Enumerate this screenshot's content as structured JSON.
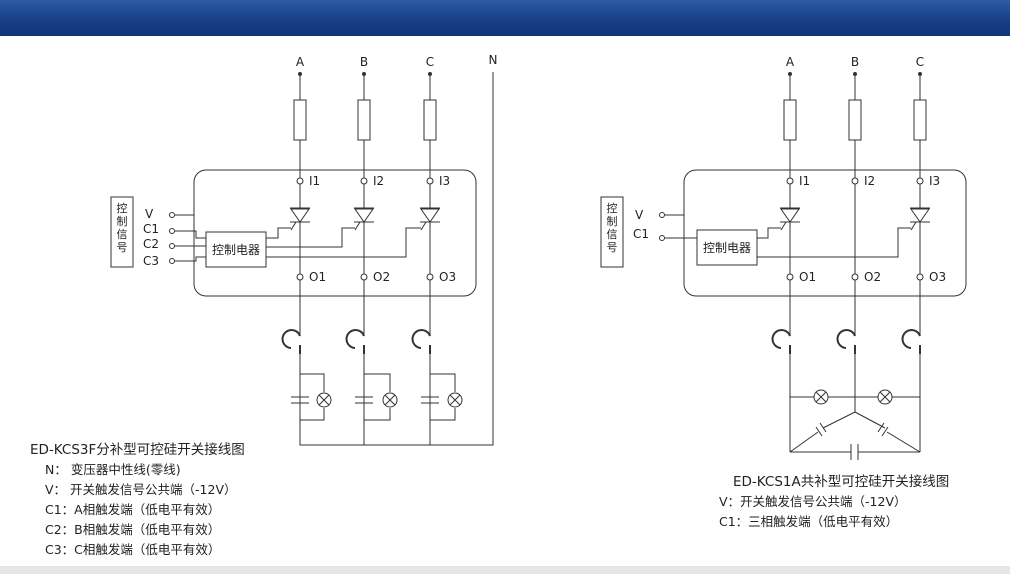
{
  "header": {
    "color": "#1a3f88"
  },
  "diagram_left": {
    "phase_labels": [
      "A",
      "B",
      "C"
    ],
    "neutral_label": "N",
    "input_labels": [
      "I1",
      "I2",
      "I3"
    ],
    "output_labels": [
      "O1",
      "O2",
      "O3"
    ],
    "signal_box_text": "控制信号",
    "signal_labels": [
      "V",
      "C1",
      "C2",
      "C3"
    ],
    "controller_label": "控制电器"
  },
  "diagram_right": {
    "phase_labels": [
      "A",
      "B",
      "C"
    ],
    "input_labels": [
      "I1",
      "I2",
      "I3"
    ],
    "output_labels": [
      "O1",
      "O2",
      "O3"
    ],
    "signal_box_text": "控制信号",
    "signal_labels": [
      "V",
      "C1"
    ],
    "controller_label": "控制电器"
  },
  "legend_left": {
    "title": "ED-KCS3F分补型可控硅开关接线图",
    "lines": [
      "N： 变压器中性线(零线)",
      "V： 开关触发信号公共端（-12V）",
      "C1：A相触发端（低电平有效）",
      "C2：B相触发端（低电平有效）",
      "C3：C相触发端（低电平有效）"
    ]
  },
  "legend_right": {
    "title": "ED-KCS1A共补型可控硅开关接线图",
    "lines": [
      "V：开关触发信号公共端（-12V）",
      "C1：三相触发端（低电平有效）"
    ]
  }
}
